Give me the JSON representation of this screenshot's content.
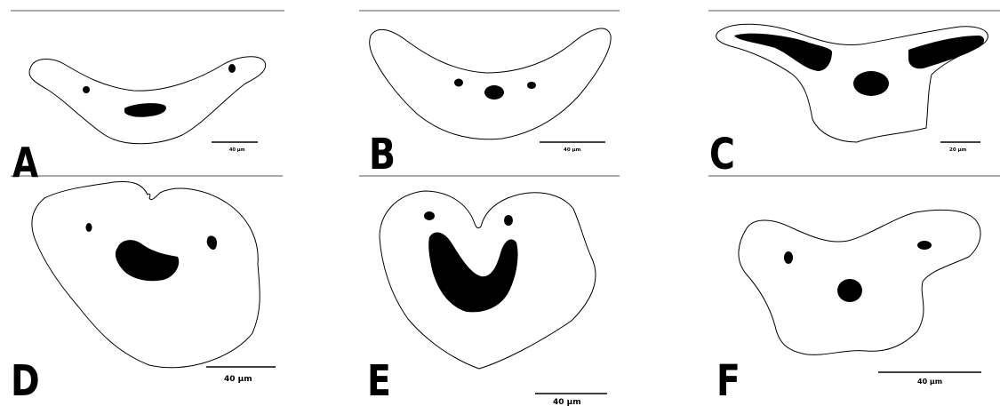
{
  "figure": {
    "panels": [
      {
        "letter": "A",
        "scale_label": "40 µm"
      },
      {
        "letter": "B",
        "scale_label": "40 µm"
      },
      {
        "letter": "C",
        "scale_label": "20 µm"
      },
      {
        "letter": "D",
        "scale_label": "40 µm"
      },
      {
        "letter": "E",
        "scale_label": "40 µm"
      },
      {
        "letter": "F",
        "scale_label": "40 µm"
      }
    ],
    "colors": {
      "outline": "#000000",
      "bundle_fill": "#000000",
      "background": "#ffffff"
    }
  }
}
